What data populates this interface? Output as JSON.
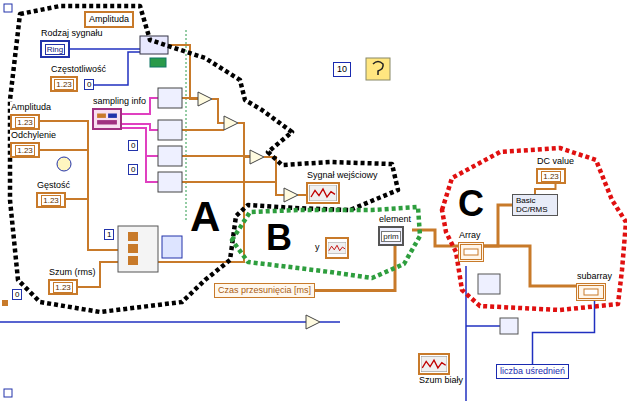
{
  "diagram": {
    "nodes": [
      {
        "text": [
          "A"
        ]
      },
      {
        "text": [
          "Amplituda"
        ],
        "in": 0
      },
      {
        "text": [
          "Rodzaj sygnału",
          "Ring"
        ],
        "in": 0
      },
      {
        "text": [
          "Częstotliwość",
          "1.23"
        ],
        "in": 0
      },
      {
        "text": [
          "sampling info"
        ],
        "in": 0
      },
      {
        "text": [
          "Amplituda",
          "1.23"
        ],
        "in": 0
      },
      {
        "text": [
          "Odchylenie",
          "1.23"
        ],
        "in": 0
      },
      {
        "text": [
          "Gęstość",
          "1.23"
        ],
        "in": 0
      },
      {
        "text": [
          "Szum (rms)",
          "1.23"
        ],
        "in": 0
      },
      {
        "text": [
          "Sygnał wejściowy"
        ],
        "in": 0
      },
      {
        "text": [
          "B"
        ]
      },
      {
        "text": [
          "y"
        ],
        "in": 10
      },
      {
        "text": [
          "element",
          "prim"
        ],
        "in": 10
      },
      {
        "text": [
          "Czas przesunięcia [ms]"
        ]
      },
      {
        "text": [
          "10"
        ]
      },
      {
        "text": [
          "C"
        ]
      },
      {
        "text": [
          "DC value",
          "1.23"
        ],
        "in": 15
      },
      {
        "text": [
          "Basic DC/RMS"
        ],
        "in": 15
      },
      {
        "text": [
          "Array"
        ],
        "in": 15
      },
      {
        "text": [
          "subarray"
        ],
        "in": 15
      },
      {
        "text": [
          "liczba uśrednień"
        ]
      },
      {
        "text": [
          "Szum biały"
        ]
      }
    ],
    "edges": [
      {
        "from": 12,
        "to": 18,
        "arrow": "none"
      },
      {
        "from": 18,
        "to": 17,
        "arrow": "none"
      },
      {
        "from": 17,
        "to": 16,
        "arrow": "none"
      },
      {
        "from": 18,
        "to": 19,
        "arrow": "none"
      },
      {
        "from": 20,
        "to": 19,
        "arrow": "none"
      },
      {
        "from": 13,
        "to": 12,
        "arrow": "none"
      }
    ],
    "labels": [
      "0",
      "0",
      "0",
      "0",
      "1"
    ]
  }
}
